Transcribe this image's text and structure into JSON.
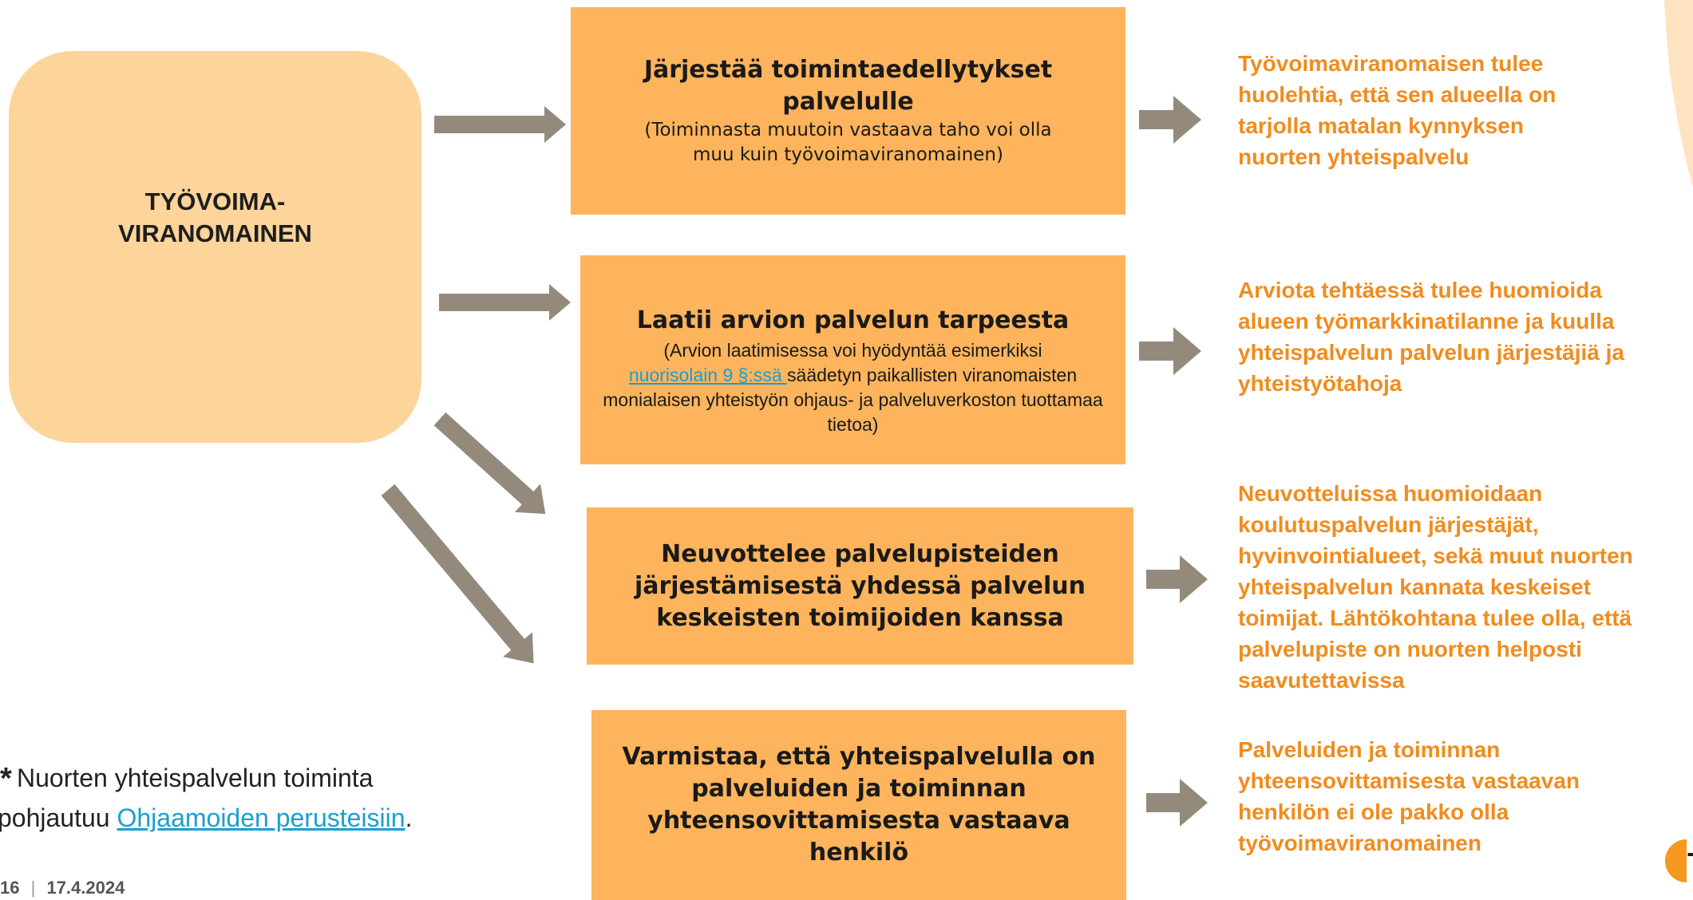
{
  "root": {
    "label": "TYÖVOIMA-\nVIRANOMAINEN"
  },
  "tasks": [
    {
      "title": "Järjestää toimintaedellytykset\npalvelulle",
      "note": "(Toiminnasta muutoin vastaava taho voi olla\nmuu kuin työvoimaviranomainen)"
    },
    {
      "title": "Laatii arvion palvelun tarpeesta",
      "note_pre": "(Arvion laatimisessa voi hyödyntää esimerkiksi",
      "note_link": "nuorisolain 9 §:ssä ",
      "note_post": "säädetyn paikallisten viranomaisten monialaisen yhteistyön ohjaus- ja palveluverkoston tuottamaa tietoa)"
    },
    {
      "title": "Neuvottelee palvelupisteiden\njärjestämisestä yhdessä palvelun\nkeskeisten toimijoiden kanssa"
    },
    {
      "title": "Varmistaa, että yhteispalvelulla on\npalveluiden ja toiminnan\nyhteensovittamisesta vastaava\nhenkilö"
    }
  ],
  "notes": [
    "Työvoimaviranomaisen tulee\nhuolehtia, että sen alueella on\ntarjolla matalan kynnyksen\nnuorten yhteispalvelu",
    "Arviota tehtäessä tulee huomioida\nalueen työmarkkinatilanne ja kuulla\nyhteispalvelun palvelun järjestäjiä ja\nyhteistyötahoja",
    "Neuvotteluissa huomioidaan\nkoulutuspalvelun järjestäjät,\nhyvinvointialueet, sekä muut nuorten\nyhteispalvelun kannata keskeiset\ntoimijat. Lähtökohtana tulee olla, että\npalvelupiste on nuorten helposti\nsaavutettavissa",
    "Palveluiden ja toiminnan\nyhteensovittamisesta vastaavan\nhenkilön ei ole pakko olla\ntyövoimaviranomainen"
  ],
  "footnote": {
    "star": "*",
    "line1": "Nuorten yhteispalvelun toiminta",
    "line2_pre": "pohjautuu ",
    "line2_link": "Ohjaamoiden perusteisiin",
    "line2_post": "."
  },
  "footer": {
    "page": "16",
    "separator": "|",
    "date": "17.4.2024"
  },
  "logo": {
    "letter": "T"
  },
  "colors": {
    "root": "#fdd49a",
    "task": "#fdb45c",
    "note": "#f08c1e",
    "arrow": "#948a7c",
    "link": "#1a9fd1"
  }
}
